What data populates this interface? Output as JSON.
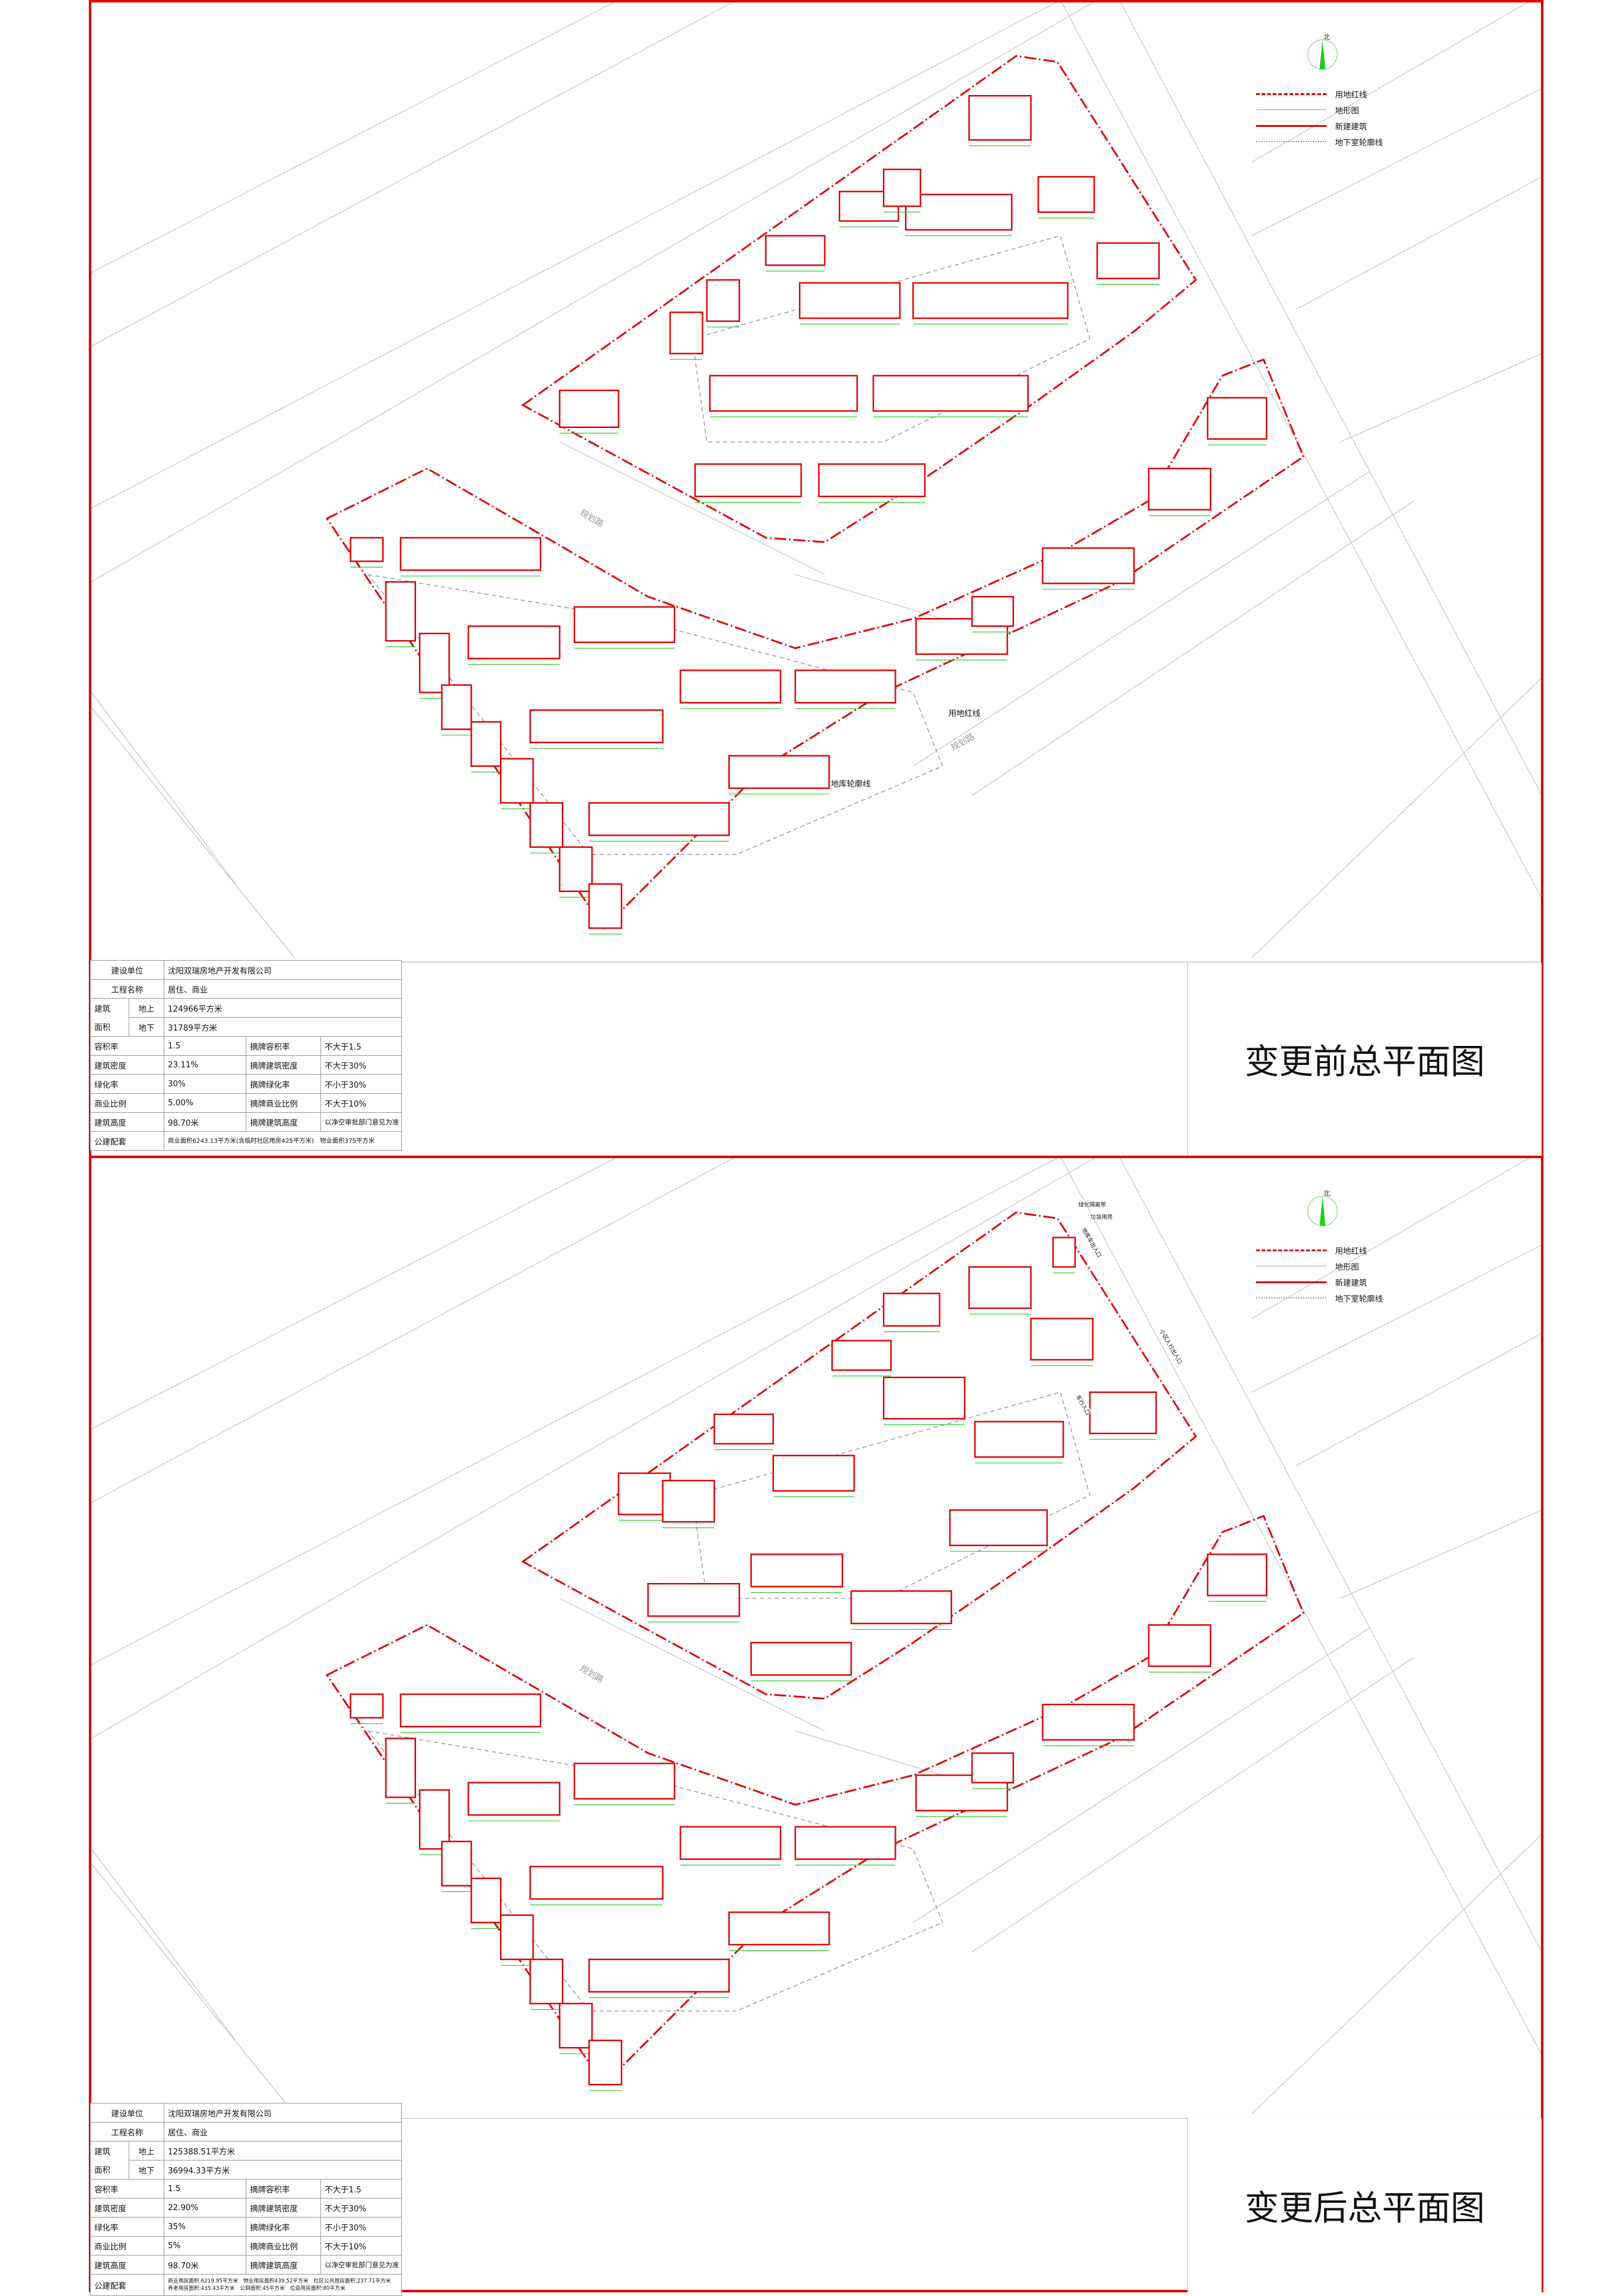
{
  "legend": {
    "north_label": "北",
    "items": [
      {
        "label": "用地红线",
        "style": "red-dash"
      },
      {
        "label": "地形图",
        "style": "gray"
      },
      {
        "label": "新建建筑",
        "style": "red"
      },
      {
        "label": "地下室轮廓线",
        "style": "dot"
      }
    ]
  },
  "colors": {
    "boundary": "#e00000",
    "terrain": "#cccccc",
    "dimension": "#33cc33",
    "basement": "#9999bb"
  },
  "plan_labels": {
    "boundary_line": "用地红线",
    "basement_outline": "地库轮廓线",
    "planned_road": "规划路",
    "green_buffer": "绿化隔离带",
    "garbage_room": "垃圾用房",
    "vehicle_entrance": "地库车出入口",
    "pedestrian_entrance": "小区人行出入口",
    "vehicle_entry": "车行入口"
  },
  "before": {
    "title": "变更前总平面图",
    "table": {
      "developer_label": "建设单位",
      "developer": "沈阳双瑞房地产开发有限公司",
      "project_label": "工程名称",
      "project": "居住、商业",
      "area_label_1": "建筑",
      "area_label_2": "面积",
      "above_label": "地上",
      "above": "124966平方米",
      "below_label": "地下",
      "below": "31789平方米",
      "rows": [
        {
          "k": "容积率",
          "v": "1.5",
          "k2": "摘牌容积率",
          "v2": "不大于1.5"
        },
        {
          "k": "建筑密度",
          "v": "23.11%",
          "k2": "摘牌建筑密度",
          "v2": "不大于30%"
        },
        {
          "k": "绿化率",
          "v": "30%",
          "k2": "摘牌绿化率",
          "v2": "不小于30%"
        },
        {
          "k": "商业比例",
          "v": "5.00%",
          "k2": "摘牌商业比例",
          "v2": "不大于10%"
        },
        {
          "k": "建筑高度",
          "v": "98.70米",
          "k2": "摘牌建筑高度",
          "v2": "以净空审批部门意见为准"
        }
      ],
      "public_label": "公建配套",
      "public": "商业面积6243.13平方米(含临时社区用房425平方米)　物业面积375平方米"
    }
  },
  "after": {
    "title": "变更后总平面图",
    "table": {
      "developer_label": "建设单位",
      "developer": "沈阳双瑞房地产开发有限公司",
      "project_label": "工程名称",
      "project": "居住、商业",
      "area_label_1": "建筑",
      "area_label_2": "面积",
      "above_label": "地上",
      "above": "125388.51平方米",
      "below_label": "地下",
      "below": "36994.33平方米",
      "rows": [
        {
          "k": "容积率",
          "v": "1.5",
          "k2": "摘牌容积率",
          "v2": "不大于1.5"
        },
        {
          "k": "建筑密度",
          "v": "22.90%",
          "k2": "摘牌建筑密度",
          "v2": "不大于30%"
        },
        {
          "k": "绿化率",
          "v": "35%",
          "k2": "摘牌绿化率",
          "v2": "不小于30%"
        },
        {
          "k": "商业比例",
          "v": "5%",
          "k2": "摘牌商业比例",
          "v2": "不大于10%"
        },
        {
          "k": "建筑高度",
          "v": "98.70米",
          "k2": "摘牌建筑高度",
          "v2": "以净空审批部门意见为准"
        }
      ],
      "public_label": "公建配套",
      "public": "商业用房面积:6219.95平方米　物业用房面积439.52平方米　社区公共用房面积:237.71平方米　养老用房面积:435.43平方米　公厕面积:45平方米　垃圾用房面积:80平方米"
    }
  }
}
